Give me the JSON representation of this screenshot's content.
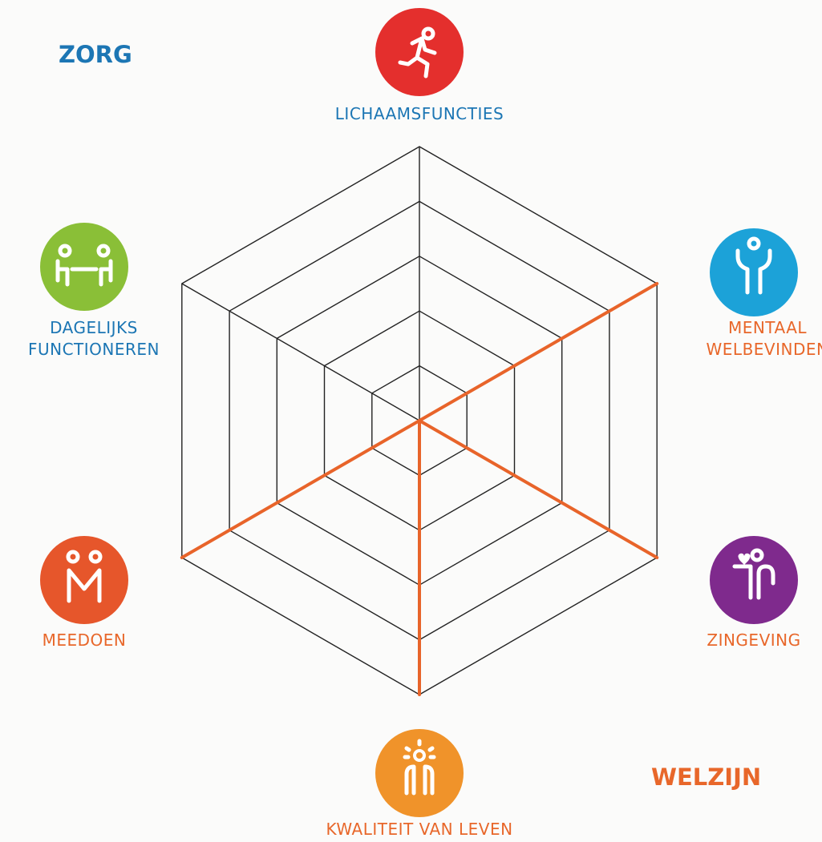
{
  "titles": {
    "zorg": "ZORG",
    "welzijn": "WELZIJN"
  },
  "dimensions": [
    {
      "label_lines": [
        "LICHAAMSFUNCTIES"
      ],
      "icon": "running-person-icon",
      "circle_color": "#e42f2d",
      "label_color": "#1c76b4"
    },
    {
      "label_lines": [
        "MENTAAL",
        "WELBEVINDEN"
      ],
      "icon": "person-arms-raised-icon",
      "circle_color": "#1ca2d8",
      "label_color": "#e8672a"
    },
    {
      "label_lines": [
        "ZINGEVING"
      ],
      "icon": "heart-person-icon",
      "circle_color": "#7f2a8d",
      "label_color": "#e8672a"
    },
    {
      "label_lines": [
        "KWALITEIT VAN LEVEN"
      ],
      "icon": "sun-person-icon",
      "circle_color": "#f0932a",
      "label_color": "#e8672a"
    },
    {
      "label_lines": [
        "MEEDOEN"
      ],
      "icon": "two-people-joined-icon",
      "circle_color": "#e6562b",
      "label_color": "#e8672a"
    },
    {
      "label_lines": [
        "DAGELIJKS",
        "FUNCTIONEREN"
      ],
      "icon": "two-people-at-table-icon",
      "circle_color": "#8abf37",
      "label_color": "#1c76b4"
    }
  ],
  "colors": {
    "zorg": "#1c76b4",
    "welzijn": "#e8672a",
    "grid": "#222222",
    "highlight": "#e8642a"
  },
  "grid": {
    "rings": 5
  }
}
